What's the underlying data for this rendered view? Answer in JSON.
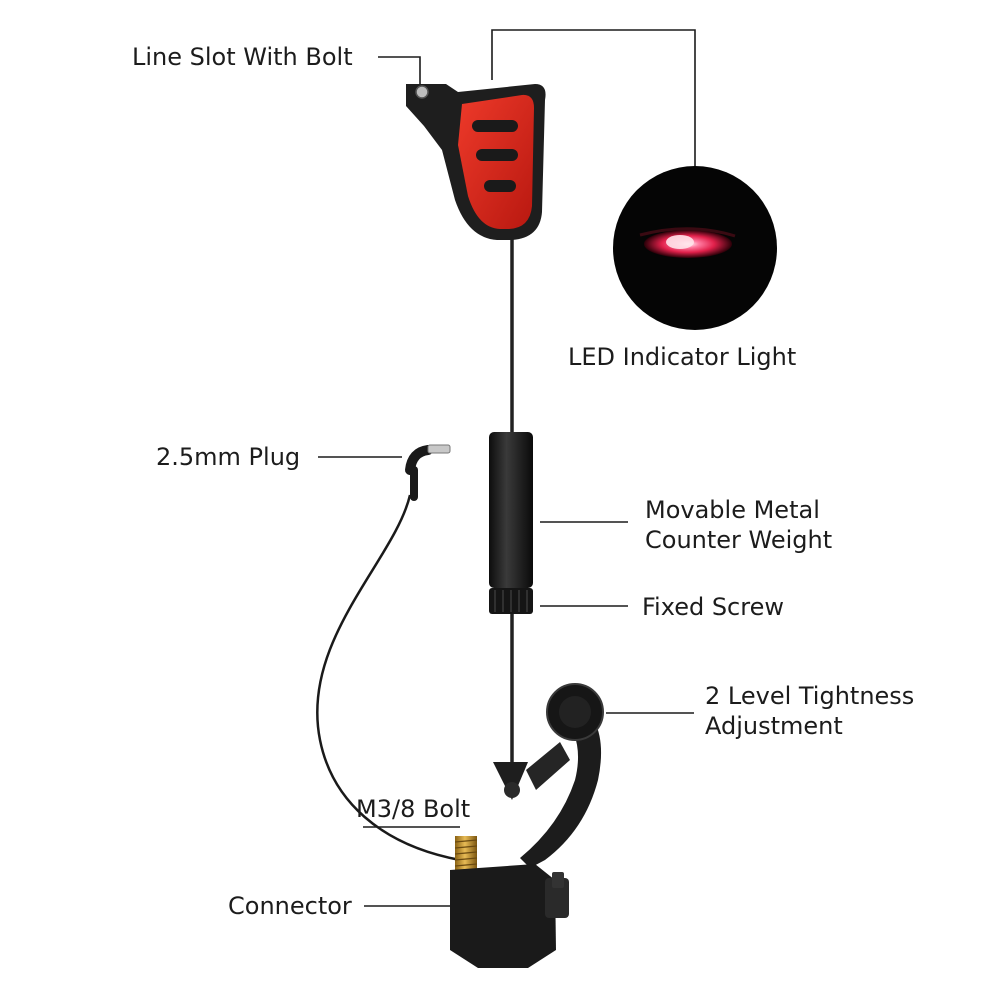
{
  "labels": {
    "line_slot": "Line Slot With Bolt",
    "led": "LED Indicator Light",
    "plug": "2.5mm Plug",
    "weight_line1": "Movable Metal",
    "weight_line2": "Counter Weight",
    "fixed_screw": "Fixed Screw",
    "tightness_line1": "2 Level Tightness",
    "tightness_line2": "Adjustment",
    "bolt": "M3/8 Bolt",
    "connector": "Connector"
  },
  "colors": {
    "head_red": "#d8261c",
    "body_black": "#1e1e1e",
    "brass": "#c9962e",
    "led_glow": "#ff3a6a",
    "leader_line": "#1c1c1c"
  }
}
